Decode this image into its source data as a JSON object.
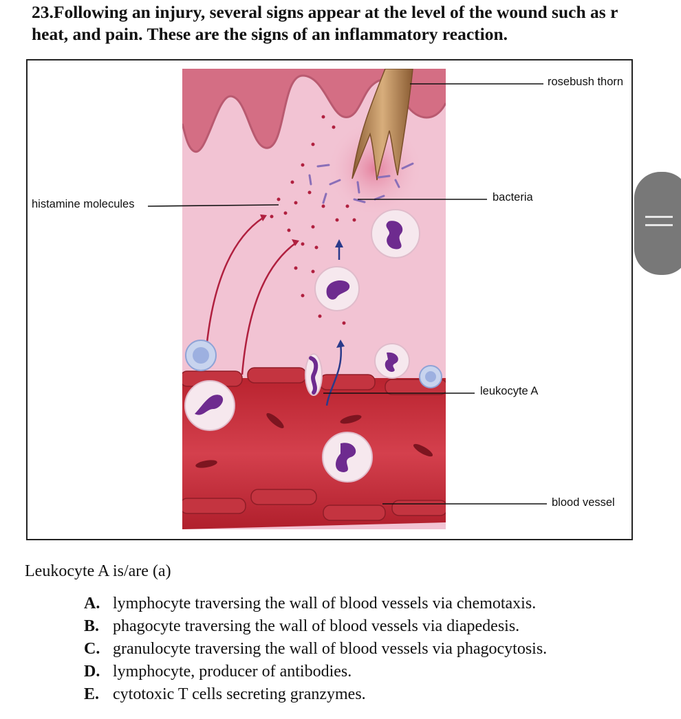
{
  "question": {
    "line1": "23.Following an injury, several signs appear at the level of the wound such as r",
    "line2": "heat, and pain. These are the signs of an inflammatory reaction."
  },
  "figure": {
    "labels": {
      "rosebush_thorn": "rosebush thorn",
      "bacteria": "bacteria",
      "histamine": "histamine molecules",
      "leukocyte_a": "leukocyte A",
      "blood_vessel": "blood vessel"
    },
    "colors": {
      "tissue": "#f2c3d3",
      "skin": "#d46e84",
      "vessel": "#c9303f",
      "nucleus": "#6e2b8f",
      "thorn": "#b8895a"
    }
  },
  "stem": "Leukocyte A is/are (a)",
  "options": [
    {
      "letter": "A.",
      "text": "lymphocyte traversing the wall of blood vessels via chemotaxis."
    },
    {
      "letter": "B.",
      "text": "phagocyte traversing the wall of blood vessels via diapedesis."
    },
    {
      "letter": "C.",
      "text": "granulocyte traversing the wall of blood vessels via phagocytosis."
    },
    {
      "letter": "D.",
      "text": "lymphocyte, producer of antibodies."
    },
    {
      "letter": "E.",
      "text": "cytotoxic T cells secreting granzymes."
    }
  ]
}
